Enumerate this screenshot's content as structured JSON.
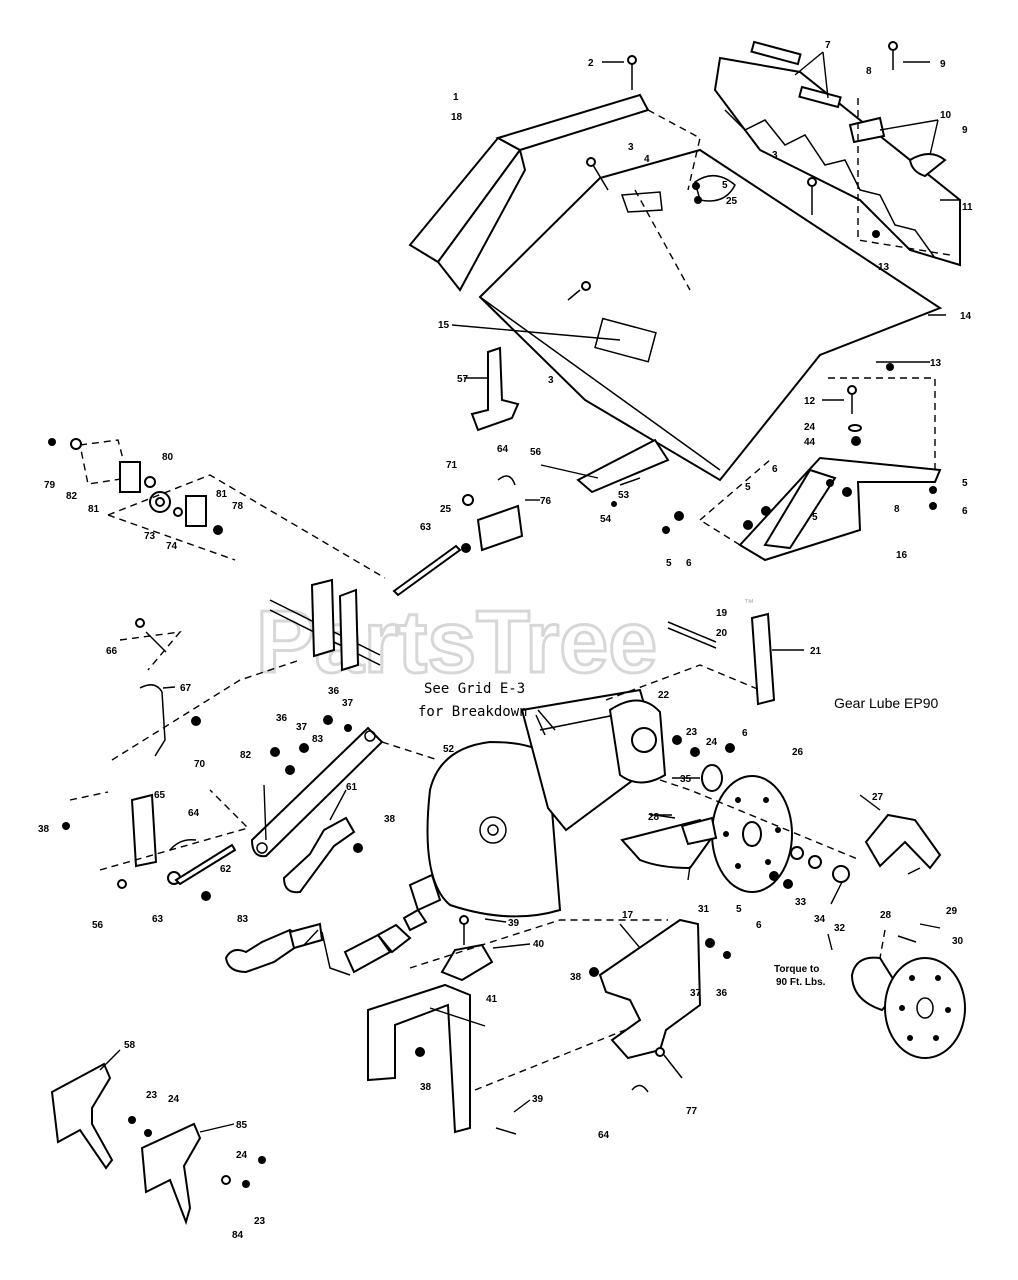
{
  "notes": {
    "see_grid_line1": "See Grid E-3",
    "see_grid_line2": "for Breakdown",
    "gear_lube": "Gear Lube EP90",
    "torque_line1": "Torque to",
    "torque_line2": "90 Ft. Lbs."
  },
  "watermark": {
    "text": "PartsTree",
    "tm": "™"
  },
  "callouts": {
    "c1": "1",
    "c18a": "18",
    "c2": "2",
    "c7": "7",
    "c8a": "8",
    "c9a": "9",
    "c10": "10",
    "c9b": "9",
    "c3a": "3",
    "c4": "4",
    "c5a": "5",
    "c25a": "25",
    "c3b": "3",
    "c11": "11",
    "c13a": "13",
    "c14": "14",
    "c15": "15",
    "c13b": "13",
    "c57": "57",
    "c3c": "3",
    "c12": "12",
    "c24a": "24",
    "c44a": "44",
    "c79": "79",
    "c82a": "82",
    "c81a": "81",
    "c80": "80",
    "c73": "73",
    "c74": "74",
    "c81b": "81",
    "c78": "78",
    "c71": "71",
    "c64a": "64",
    "c56a": "56",
    "c53": "53",
    "c54": "54",
    "c76": "76",
    "c63a": "63",
    "c25b": "25",
    "c5b": "5",
    "c6a": "6",
    "c5c": "5",
    "c6b": "6",
    "c5d": "5",
    "c8b": "8",
    "c5e": "5",
    "c6c": "6",
    "c16": "16",
    "c66": "66",
    "c67": "67",
    "c70": "70",
    "c36a": "36",
    "c36b": "36",
    "c37a": "37",
    "c83a": "83",
    "c19": "19",
    "c20": "20",
    "c21": "21",
    "c22": "22",
    "c52": "52",
    "c23a": "23",
    "c24b": "24",
    "c6d": "6",
    "c26": "26",
    "c35": "35",
    "c28a": "28",
    "c27": "27",
    "c82b": "82",
    "c61": "61",
    "c38a": "38",
    "c38b": "38",
    "c65": "65",
    "c64b": "64",
    "c62": "62",
    "c63b": "63",
    "c56b": "56",
    "c83b": "83",
    "c31": "31",
    "c5f": "5",
    "c6e": "6",
    "c33": "33",
    "c34": "34",
    "c32": "32",
    "c28b": "28",
    "c29": "29",
    "c30": "30",
    "c39a": "39",
    "c40": "40",
    "c17": "17",
    "c38c": "38",
    "c37b": "37",
    "c36c": "36",
    "c41": "41",
    "c38d": "38",
    "c39b": "39",
    "c64c": "64",
    "c77": "77",
    "c58": "58",
    "c23b": "23",
    "c24c": "24",
    "c85": "85",
    "c24d": "24",
    "c23c": "23",
    "c84": "84"
  }
}
